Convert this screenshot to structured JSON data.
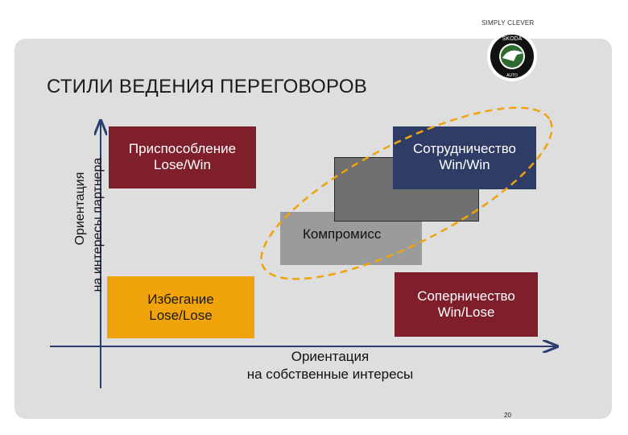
{
  "header": {
    "brand_tag": "SIMPLY CLEVER",
    "logo_text_top": "ŠKODA",
    "logo_text_bottom": "AUTO"
  },
  "title": "СТИЛИ ВЕДЕНИЯ ПЕРЕГОВОРОВ",
  "axes": {
    "y_label_line1": "Ориентация",
    "y_label_line2": "на интересы партнера",
    "x_label_line1": "Ориентация",
    "x_label_line2": "на собственные интересы"
  },
  "quadrants": {
    "accommodation": {
      "name": "Приспособление",
      "outcome": "Lose/Win"
    },
    "collaboration": {
      "name": "Сотрудничество",
      "outcome": "Win/Win"
    },
    "compromise": {
      "name": "Компромисс"
    },
    "avoidance": {
      "name": "Избегание",
      "outcome": "Lose/Lose"
    },
    "competition": {
      "name": "Соперничество",
      "outcome": "Win/Lose"
    }
  },
  "colors": {
    "maroon": "#7f1f2b",
    "navy": "#2f3d66",
    "orange": "#f0a30a",
    "axis_blue": "#2b3d6e",
    "ellipse_orange": "#f0a30a"
  },
  "page_number": "20"
}
